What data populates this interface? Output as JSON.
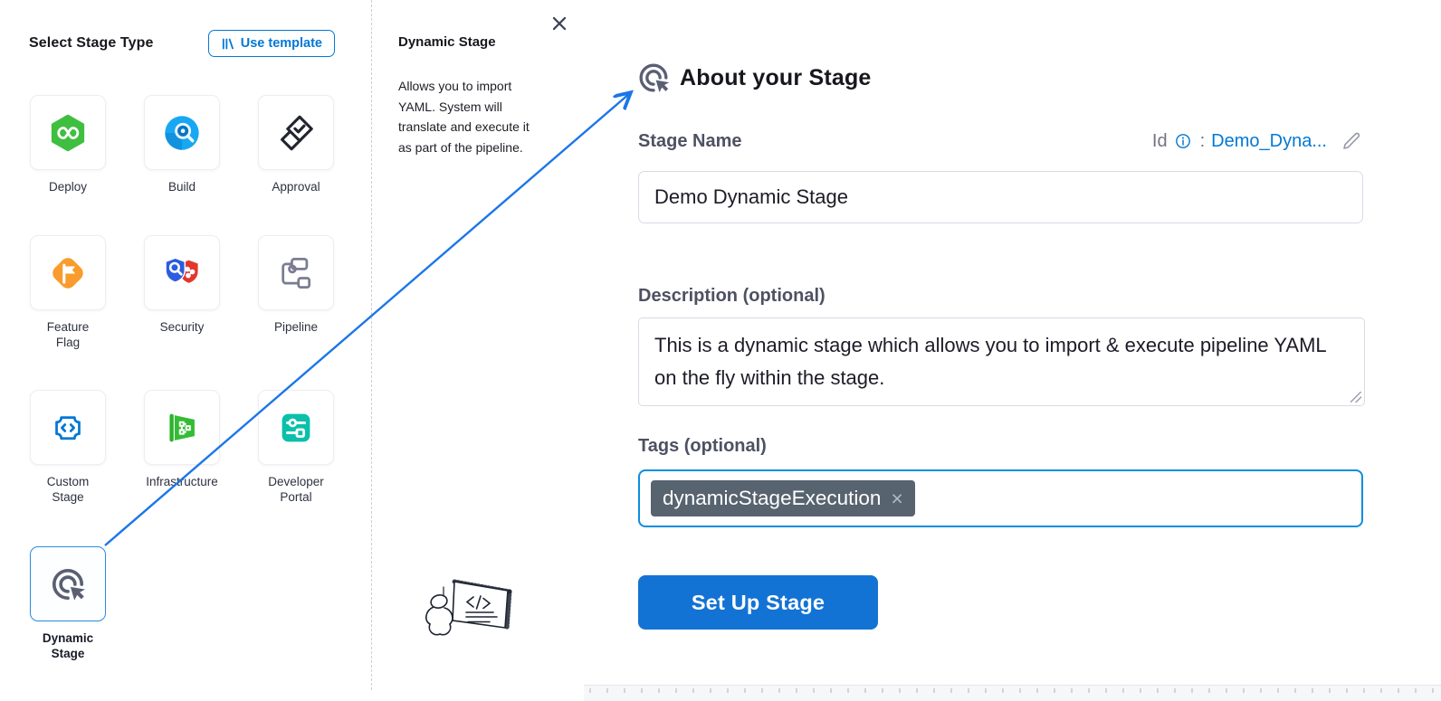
{
  "left_panel": {
    "title": "Select Stage Type",
    "use_template_label": "Use template",
    "stages": [
      {
        "label": "Deploy",
        "icon": "deploy-icon",
        "selected": false
      },
      {
        "label": "Build",
        "icon": "build-icon",
        "selected": false
      },
      {
        "label": "Approval",
        "icon": "approval-icon",
        "selected": false
      },
      {
        "label": "Feature\nFlag",
        "icon": "feature-flag-icon",
        "selected": false
      },
      {
        "label": "Security",
        "icon": "security-icon",
        "selected": false
      },
      {
        "label": "Pipeline",
        "icon": "pipeline-icon",
        "selected": false
      },
      {
        "label": "Custom\nStage",
        "icon": "custom-stage-icon",
        "selected": false
      },
      {
        "label": "Infrastructure",
        "icon": "infrastructure-icon",
        "selected": false
      },
      {
        "label": "Developer\nPortal",
        "icon": "developer-portal-icon",
        "selected": false
      },
      {
        "label": "Dynamic\nStage",
        "icon": "dynamic-stage-icon",
        "selected": true
      }
    ]
  },
  "info_panel": {
    "title": "Dynamic Stage",
    "description": "Allows you to import YAML. System will translate and execute it as part of the pipeline.",
    "close_icon": "close-icon",
    "illustration": "whiteboard-illustration"
  },
  "about_panel": {
    "title": "About your Stage",
    "header_icon": "dynamic-stage-icon",
    "stage_name_label": "Stage Name",
    "id_label": "Id",
    "id_separator": ":",
    "id_value": "Demo_Dyna...",
    "stage_name_value": "Demo Dynamic Stage",
    "description_label": "Description (optional)",
    "description_value": "This is a dynamic stage which allows you to import & execute pipeline YAML on the fly within the stage.",
    "tags_label": "Tags (optional)",
    "tags": [
      "dynamicStageExecution"
    ],
    "remove_tag_glyph": "×",
    "setup_button_label": "Set Up Stage"
  },
  "colors": {
    "accent_blue": "#0278d5",
    "arrow_blue": "#1b76e8",
    "tag_chip": "#57636f",
    "setup_button": "#1373d4",
    "selected_card_border": "#2b8de4"
  }
}
